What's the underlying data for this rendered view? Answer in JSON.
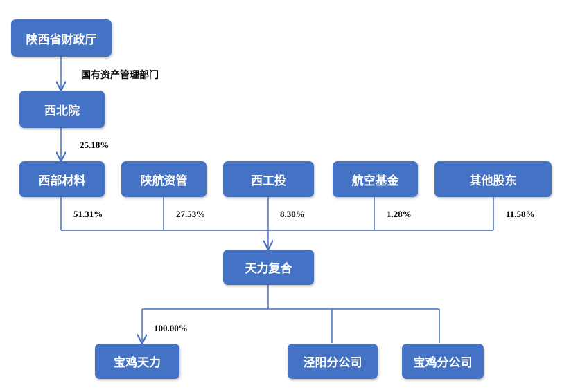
{
  "colors": {
    "box_fill": "#4472c4",
    "box_text": "#ffffff",
    "connector": "#4472c4",
    "label_text": "#000000"
  },
  "nodes": {
    "shaanxi_finance": "陕西省财政厅",
    "northwest_institute": "西北院",
    "western_materials": "西部材料",
    "shaanxi_aviation": "陕航资管",
    "xigong_investment": "西工投",
    "aviation_fund": "航空基金",
    "other_shareholders": "其他股东",
    "tianli_composite": "天力复合",
    "baoji_tianli": "宝鸡天力",
    "jingyang_branch": "泾阳分公司",
    "baoji_branch": "宝鸡分公司"
  },
  "edges": {
    "finance_to_institute": "国有资产管理部门",
    "institute_to_materials": "25.18%",
    "materials_to_tianli": "51.31%",
    "aviation_to_tianli": "27.53%",
    "xigong_to_tianli": "8.30%",
    "fund_to_tianli": "1.28%",
    "others_to_tianli": "11.58%",
    "tianli_to_baoji": "100.00%"
  }
}
